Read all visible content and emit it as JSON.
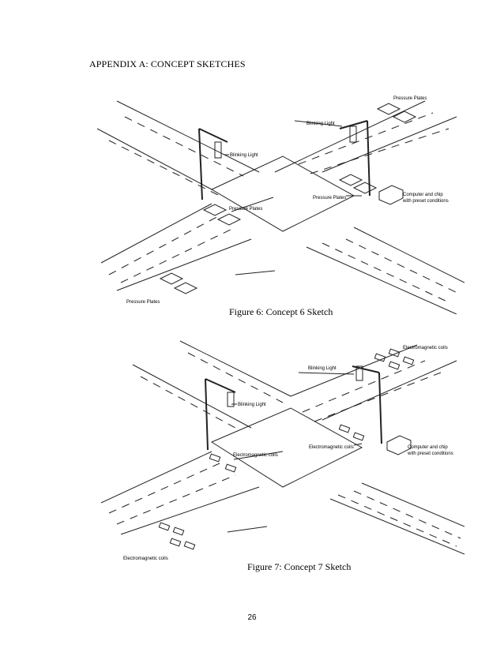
{
  "heading": "APPENDIX A: CONCEPT SKETCHES",
  "figure6": {
    "caption": "Figure 6: Concept 6 Sketch",
    "labels": {
      "pressure_plates_top": "Pressure Plates",
      "blinking_light_right": "Blinking Light",
      "blinking_light_left": "Blinking Light",
      "pressure_plates_mid_right": "Pressure Plates",
      "computer_line1": "Computer and chip",
      "computer_line2": "with preset conditions",
      "pressure_plates_mid_left": "Pressure Plates",
      "pressure_plates_bottom": "Pressure Plates"
    }
  },
  "figure7": {
    "caption": "Figure 7: Concept 7 Sketch",
    "labels": {
      "coils_top": "Electromagnetic coils",
      "blinking_light_right": "Blinking Light",
      "blinking_light_left": "Blinking Light",
      "coils_mid_right": "Electromagnetic coils",
      "computer_line1": "Computer and chip",
      "computer_line2": "with preset conditions",
      "coils_mid_left": "Electromagnetic coils",
      "coils_bottom": "Electromagnetic coils"
    }
  },
  "page_number": "26"
}
